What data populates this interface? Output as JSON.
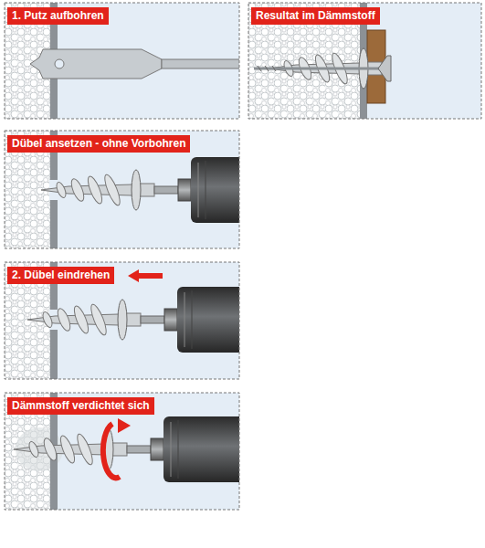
{
  "diagram": {
    "nodes": [
      {
        "text": [
          "1. Putz aufbohren"
        ]
      },
      {
        "text": [
          "Resultat im Dämmstoff"
        ]
      },
      {
        "text": [
          "Dübel ansetzen - ohne Vorbohren"
        ]
      },
      {
        "text": [
          "2. Dübel eindrehen"
        ]
      },
      {
        "text": [
          "Dämmstoff verdichtet sich"
        ]
      }
    ]
  }
}
